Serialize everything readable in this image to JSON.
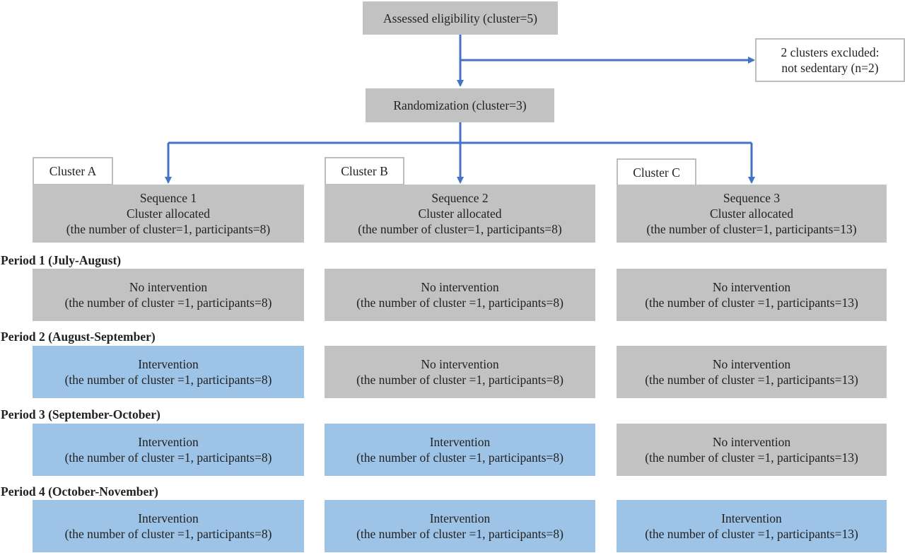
{
  "top": {
    "eligibility": "Assessed eligibility (cluster=5)",
    "excluded_line1": "2 clusters excluded:",
    "excluded_line2": "not sedentary (n=2)",
    "randomization": "Randomization (cluster=3)"
  },
  "clusters": [
    {
      "tag": "Cluster A",
      "seq_title": "Sequence 1",
      "seq_sub": "Cluster allocated",
      "seq_detail": "(the number of cluster=1, participants=8)"
    },
    {
      "tag": "Cluster B",
      "seq_title": "Sequence 2",
      "seq_sub": "Cluster allocated",
      "seq_detail": "(the number of cluster=1, participants=8)"
    },
    {
      "tag": "Cluster C",
      "seq_title": "Sequence 3",
      "seq_sub": "Cluster allocated",
      "seq_detail": "(the number of cluster=1, participants=13)"
    }
  ],
  "periods": [
    {
      "label": "Period 1 (July-August)",
      "cells": [
        {
          "title": "No intervention",
          "detail": "(the number of cluster =1, participants=8)",
          "status": "no"
        },
        {
          "title": "No intervention",
          "detail": "(the number of cluster =1, participants=8)",
          "status": "no"
        },
        {
          "title": "No intervention",
          "detail": "(the number of cluster =1, participants=13)",
          "status": "no"
        }
      ]
    },
    {
      "label": "Period 2 (August-September)",
      "cells": [
        {
          "title": "Intervention",
          "detail": "(the number of cluster =1, participants=8)",
          "status": "yes"
        },
        {
          "title": "No intervention",
          "detail": "(the number of cluster =1, participants=8)",
          "status": "no"
        },
        {
          "title": "No intervention",
          "detail": "(the number of cluster =1, participants=13)",
          "status": "no"
        }
      ]
    },
    {
      "label": "Period 3 (September-October)",
      "cells": [
        {
          "title": "Intervention",
          "detail": "(the number of cluster =1, participants=8)",
          "status": "yes"
        },
        {
          "title": "Intervention",
          "detail": "(the number of cluster =1, participants=8)",
          "status": "yes"
        },
        {
          "title": "No intervention",
          "detail": "(the number of cluster =1, participants=13)",
          "status": "no"
        }
      ]
    },
    {
      "label": "Period 4 (October-November)",
      "cells": [
        {
          "title": "Intervention",
          "detail": "(the number of cluster =1, participants=8)",
          "status": "yes"
        },
        {
          "title": "Intervention",
          "detail": "(the number of cluster =1, participants=8)",
          "status": "yes"
        },
        {
          "title": "Intervention",
          "detail": "(the number of cluster =1, participants=13)",
          "status": "yes"
        }
      ]
    }
  ],
  "colors": {
    "no_intervention": "#c2c2c2",
    "intervention": "#9dc3e6",
    "arrow": "#4472c4"
  }
}
